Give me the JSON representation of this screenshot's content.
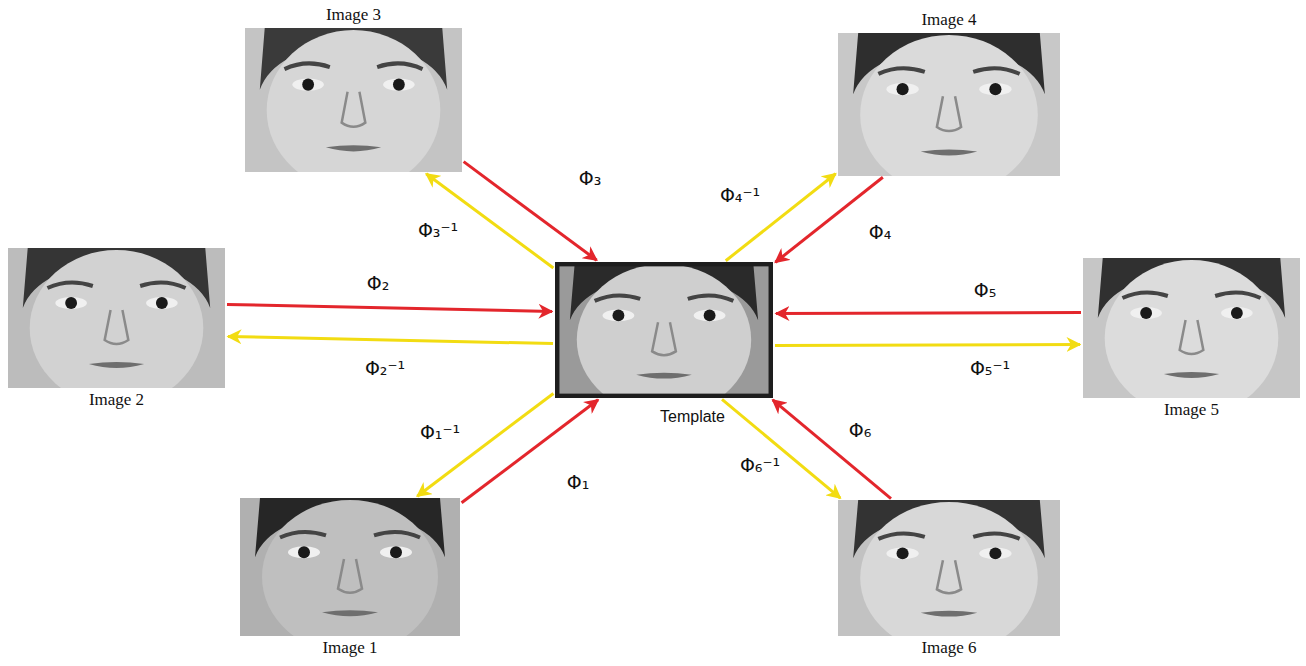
{
  "diagram": {
    "nodes": [
      {
        "text": [
          "Image 3"
        ]
      },
      {
        "text": [
          "Image 4"
        ]
      },
      {
        "text": [
          "Image 2"
        ]
      },
      {
        "text": [
          "Template"
        ]
      },
      {
        "text": [
          "Image 5"
        ]
      },
      {
        "text": [
          "Image 1"
        ]
      },
      {
        "text": [
          "Image 6"
        ]
      }
    ],
    "edges": [
      {
        "from": 0,
        "to": 3,
        "arrow": "to",
        "label": "Φ₃"
      },
      {
        "from": 3,
        "to": 0,
        "arrow": "to",
        "label": "Φ₃⁻¹"
      },
      {
        "from": 1,
        "to": 3,
        "arrow": "to",
        "label": "Φ₄"
      },
      {
        "from": 3,
        "to": 1,
        "arrow": "to",
        "label": "Φ₄⁻¹"
      },
      {
        "from": 2,
        "to": 3,
        "arrow": "to",
        "label": "Φ₂"
      },
      {
        "from": 3,
        "to": 2,
        "arrow": "to",
        "label": "Φ₂⁻¹"
      },
      {
        "from": 4,
        "to": 3,
        "arrow": "to",
        "label": "Φ₅"
      },
      {
        "from": 3,
        "to": 4,
        "arrow": "to",
        "label": "Φ₅⁻¹"
      },
      {
        "from": 5,
        "to": 3,
        "arrow": "to",
        "label": "Φ₁"
      },
      {
        "from": 3,
        "to": 5,
        "arrow": "to",
        "label": "Φ₁⁻¹"
      },
      {
        "from": 6,
        "to": 3,
        "arrow": "to",
        "label": "Φ₆"
      },
      {
        "from": 3,
        "to": 6,
        "arrow": "to",
        "label": "Φ₆⁻¹"
      }
    ]
  }
}
